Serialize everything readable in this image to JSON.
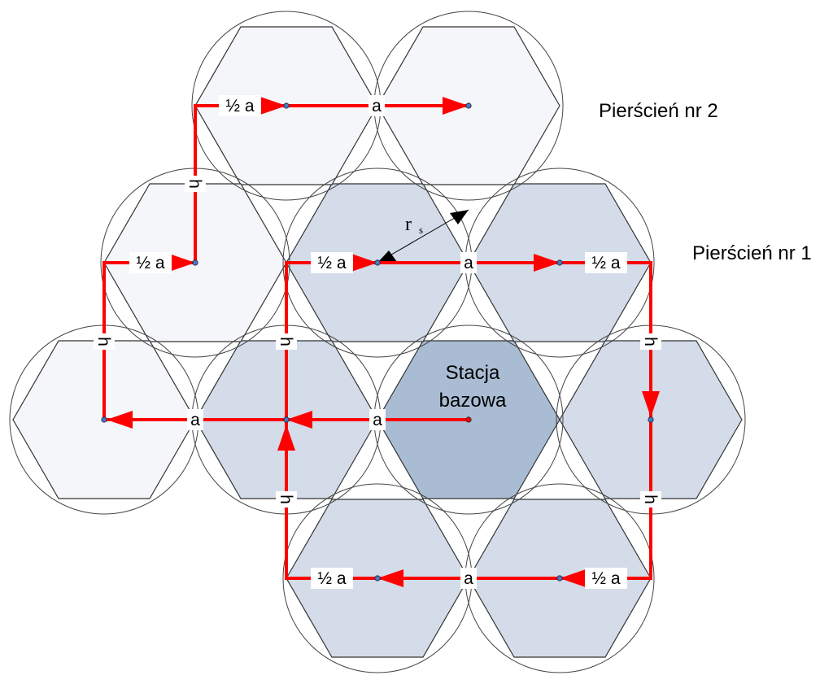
{
  "diagram": {
    "ring_labels": {
      "ring2": "Pierścień nr 2",
      "ring1": "Pierścień nr 1"
    },
    "base_station": {
      "line1": "Stacja",
      "line2": "bazowa"
    },
    "radius_label": {
      "main": "r",
      "sub": "s"
    },
    "segment_labels": {
      "half_a": "½ a",
      "a": "a",
      "h": "h"
    },
    "colors": {
      "center_cell": "#a9bcd3",
      "ring1_cell": "#d3dce8",
      "ring2_cell": "#f4f6f9",
      "path": "#ff0000",
      "dot": "#4a78c2",
      "outline": "#555555"
    }
  }
}
